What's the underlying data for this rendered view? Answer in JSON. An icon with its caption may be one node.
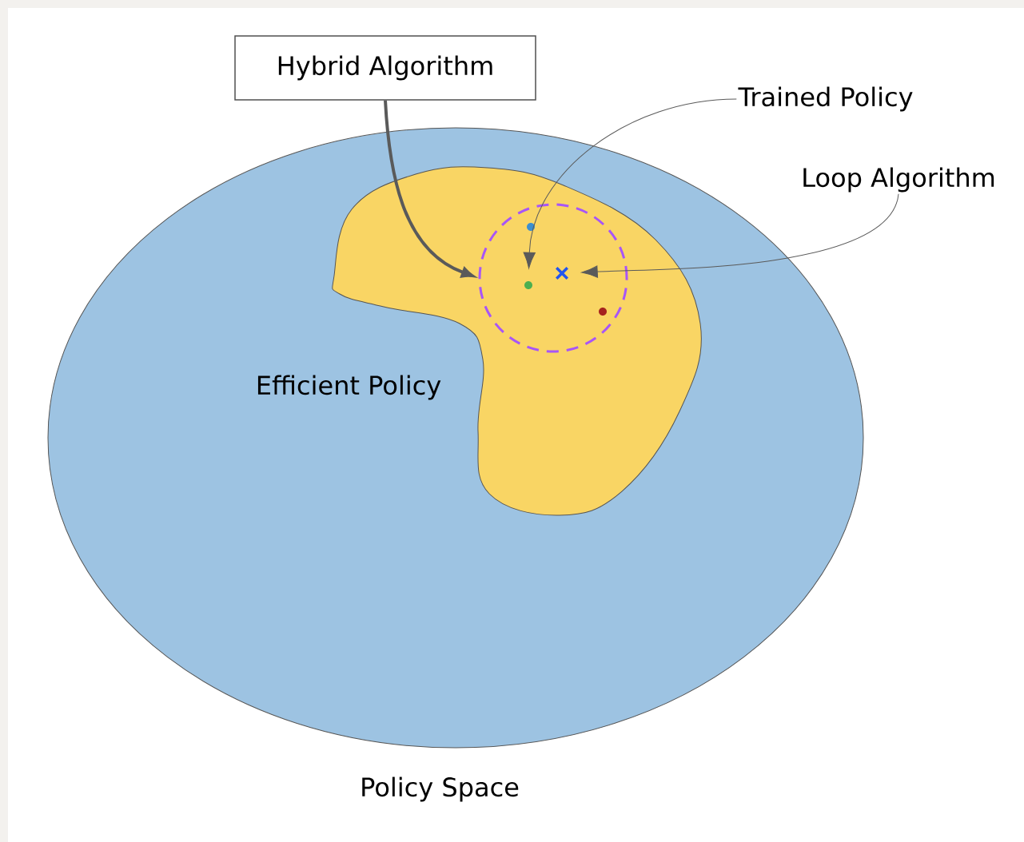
{
  "diagram": {
    "nodes": [
      {
        "text": [
          "Hybrid Algorithm"
        ]
      },
      {
        "text": [
          "Trained Policy"
        ]
      },
      {
        "text": [
          "Loop Algorithm"
        ]
      },
      {
        "text": [
          "Policy Space"
        ]
      },
      {
        "text": [
          "Efficient Policy"
        ],
        "in": 3
      },
      {
        "text": [],
        "shape": "circle",
        "in": 4
      },
      {
        "text": [],
        "shape": "circle",
        "in": 5
      },
      {
        "text": [],
        "shape": "circle",
        "in": 5
      },
      {
        "text": [],
        "shape": "cross",
        "in": 5
      },
      {
        "text": [],
        "shape": "circle",
        "in": 5
      }
    ],
    "edges": [
      {
        "from": 0,
        "to": 5,
        "arrow": "to",
        "style": "thick"
      },
      {
        "from": 1,
        "to": 7,
        "arrow": "to"
      },
      {
        "from": 2,
        "to": 8,
        "arrow": "to"
      }
    ]
  }
}
